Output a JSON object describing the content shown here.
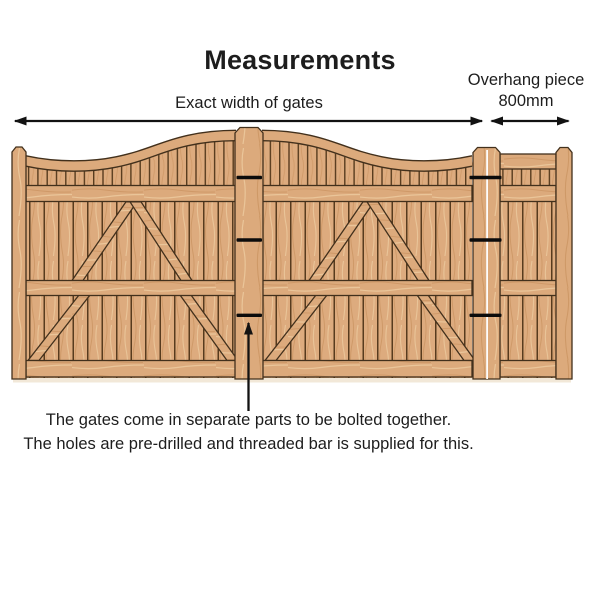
{
  "title": "Measurements",
  "labels": {
    "exact_width": "Exact width of gates",
    "overhang_line1": "Overhang piece",
    "overhang_line2": "800mm"
  },
  "note": {
    "line1": "The gates come in separate parts to be bolted together.",
    "line2": "The holes are pre-drilled and threaded bar is supplied for this."
  },
  "colors": {
    "background": "#ffffff",
    "text": "#1d1d1d",
    "arrow": "#121212",
    "wood_base": "#ddab7e",
    "wood_grain_dark": "#c99260",
    "wood_grain_light": "#ecca9f",
    "wood_outline": "#42301c",
    "board_gap": "#573b1e",
    "bolt": "#0b0b0b",
    "post_seam": "#fdfdfd"
  }
}
